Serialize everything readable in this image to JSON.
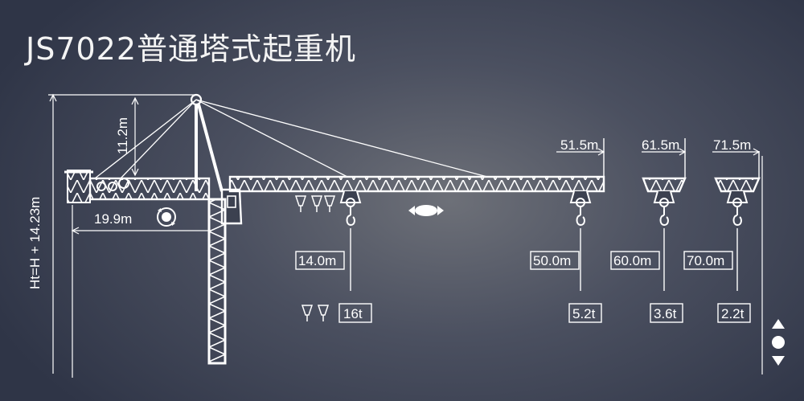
{
  "title": "JS7022普通塔式起重机",
  "dims": {
    "height_total": "Ht=H + 14.23m",
    "cathead_height": "11.2m",
    "counter_jib": "19.9m"
  },
  "jib_lengths": [
    "51.5m",
    "61.5m",
    "71.5m"
  ],
  "radii": [
    "14.0m",
    "50.0m",
    "60.0m",
    "70.0m"
  ],
  "loads": [
    "16t",
    "5.2t",
    "3.6t",
    "2.2t"
  ],
  "icons": [
    "slew-icon",
    "trolley-icon",
    "hook-icon",
    "arrow-up-icon",
    "dot-icon",
    "arrow-down-icon"
  ],
  "colors": {
    "line": "#ffffff",
    "bg_center": "#6d7078",
    "bg_edge": "#2f3547"
  }
}
